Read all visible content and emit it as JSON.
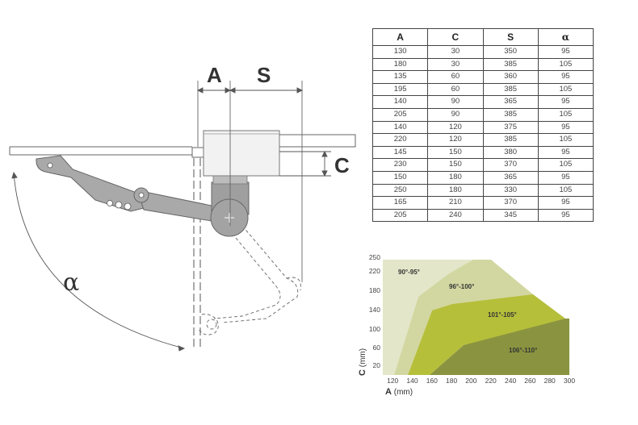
{
  "dimension_labels": {
    "a": "A",
    "s": "S",
    "c": "C",
    "alpha": "α"
  },
  "table": {
    "headers": [
      "A",
      "C",
      "S",
      "α"
    ],
    "rows": [
      [
        "130",
        "30",
        "350",
        "95"
      ],
      [
        "180",
        "30",
        "385",
        "105"
      ],
      [
        "135",
        "60",
        "360",
        "95"
      ],
      [
        "195",
        "60",
        "385",
        "105"
      ],
      [
        "140",
        "90",
        "365",
        "95"
      ],
      [
        "205",
        "90",
        "385",
        "105"
      ],
      [
        "140",
        "120",
        "375",
        "95"
      ],
      [
        "220",
        "120",
        "385",
        "105"
      ],
      [
        "145",
        "150",
        "380",
        "95"
      ],
      [
        "230",
        "150",
        "370",
        "105"
      ],
      [
        "150",
        "180",
        "365",
        "95"
      ],
      [
        "250",
        "180",
        "330",
        "105"
      ],
      [
        "165",
        "210",
        "370",
        "95"
      ],
      [
        "205",
        "240",
        "345",
        "95"
      ]
    ]
  },
  "range_chart": {
    "x_axis": {
      "label": "A",
      "unit": "(mm)",
      "ticks": [
        "120",
        "140",
        "160",
        "180",
        "200",
        "220",
        "240",
        "260",
        "280",
        "300"
      ],
      "min": 110,
      "max": 300
    },
    "y_axis": {
      "label": "C",
      "unit": "(mm)",
      "ticks": [
        "20",
        "60",
        "100",
        "140",
        "180",
        "220",
        "250"
      ]
    },
    "zones": [
      {
        "label": "90°-95°",
        "color": "#e3e6c8"
      },
      {
        "label": "96°-100°",
        "color": "#d2d7a1"
      },
      {
        "label": "101°-105°",
        "color": "#b6bf3a"
      },
      {
        "label": "106°-110°",
        "color": "#8a9440"
      }
    ]
  },
  "colors": {
    "arm": "#a9a9a9",
    "line": "#555555",
    "table_border": "#444444"
  }
}
